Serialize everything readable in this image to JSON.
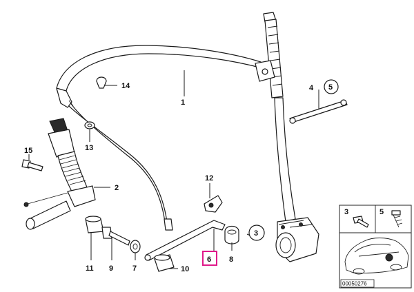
{
  "callouts": {
    "c1": "1",
    "c2": "2",
    "c3": "3",
    "c4": "4",
    "c5": "5",
    "c6": "6",
    "c7": "7",
    "c8": "8",
    "c9": "9",
    "c10": "10",
    "c11": "11",
    "c12": "12",
    "c13": "13",
    "c14": "14",
    "c15": "15"
  },
  "inset": {
    "c3": "3",
    "c5": "5",
    "ref_code": "00050276"
  },
  "colors": {
    "highlight": "#e0198a"
  }
}
